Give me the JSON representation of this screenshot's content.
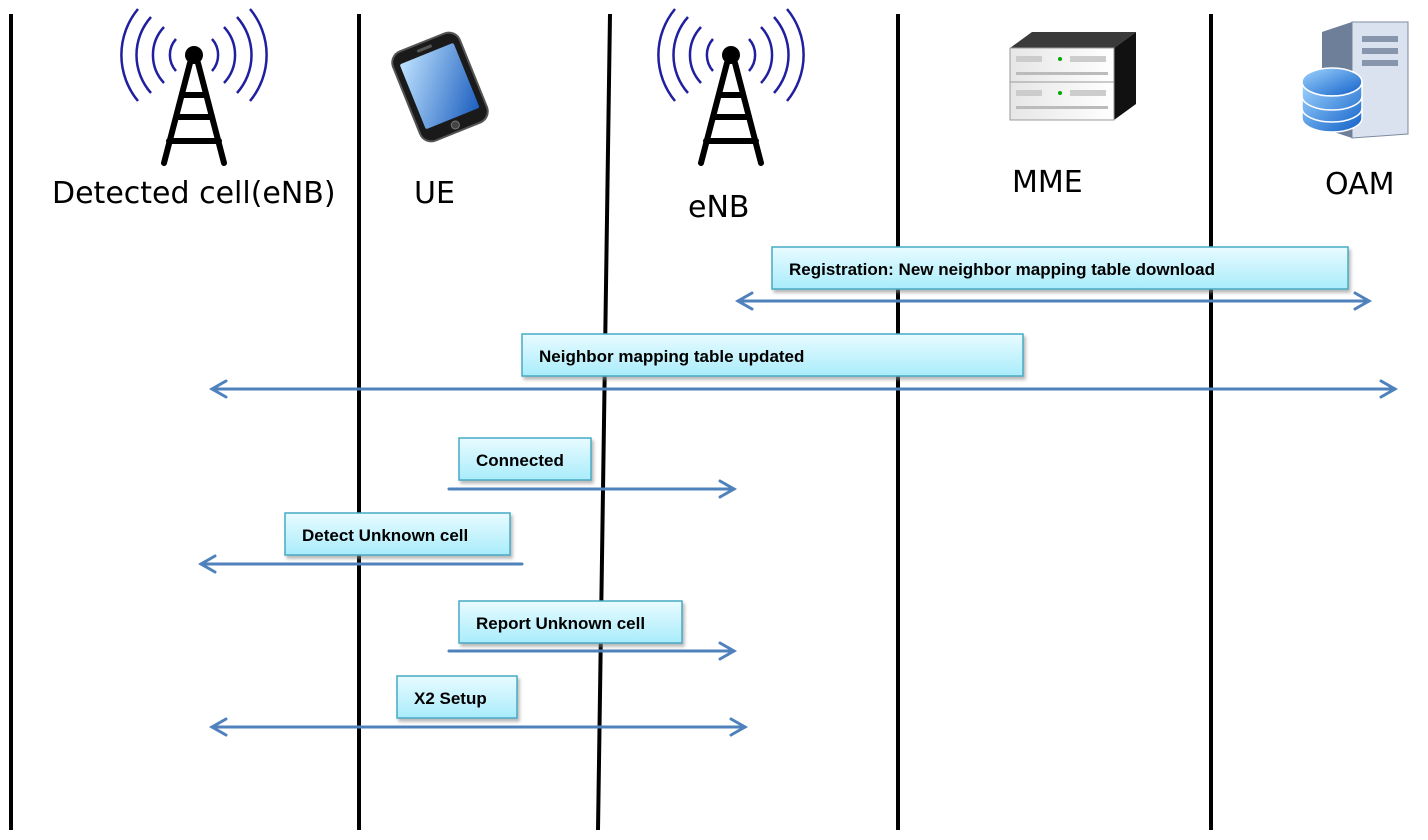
{
  "entities": [
    {
      "label": "Detected cell(eNB)",
      "icon": "antenna-tower-icon"
    },
    {
      "label": "UE",
      "icon": "smartphone-icon"
    },
    {
      "label": "eNB",
      "icon": "antenna-tower-icon"
    },
    {
      "label": "MME",
      "icon": "rack-server-icon"
    },
    {
      "label": "OAM",
      "icon": "database-server-icon"
    }
  ],
  "messages": [
    {
      "label": "Registration: New neighbor mapping table download",
      "direction": "bidirectional"
    },
    {
      "label": "Neighbor mapping table updated",
      "direction": "bidirectional"
    },
    {
      "label": "Connected",
      "direction": "right"
    },
    {
      "label": "Detect Unknown cell",
      "direction": "left"
    },
    {
      "label": "Report Unknown cell",
      "direction": "right"
    },
    {
      "label": "X2 Setup",
      "direction": "bidirectional"
    }
  ],
  "colors": {
    "arrow": "#4f81bd",
    "label_fill_top": "#e8fbff",
    "label_fill_bottom": "#a9ecfb",
    "label_border": "#46aac5",
    "lifeline": "#000000",
    "antenna_wave": "#1f1f9f"
  }
}
